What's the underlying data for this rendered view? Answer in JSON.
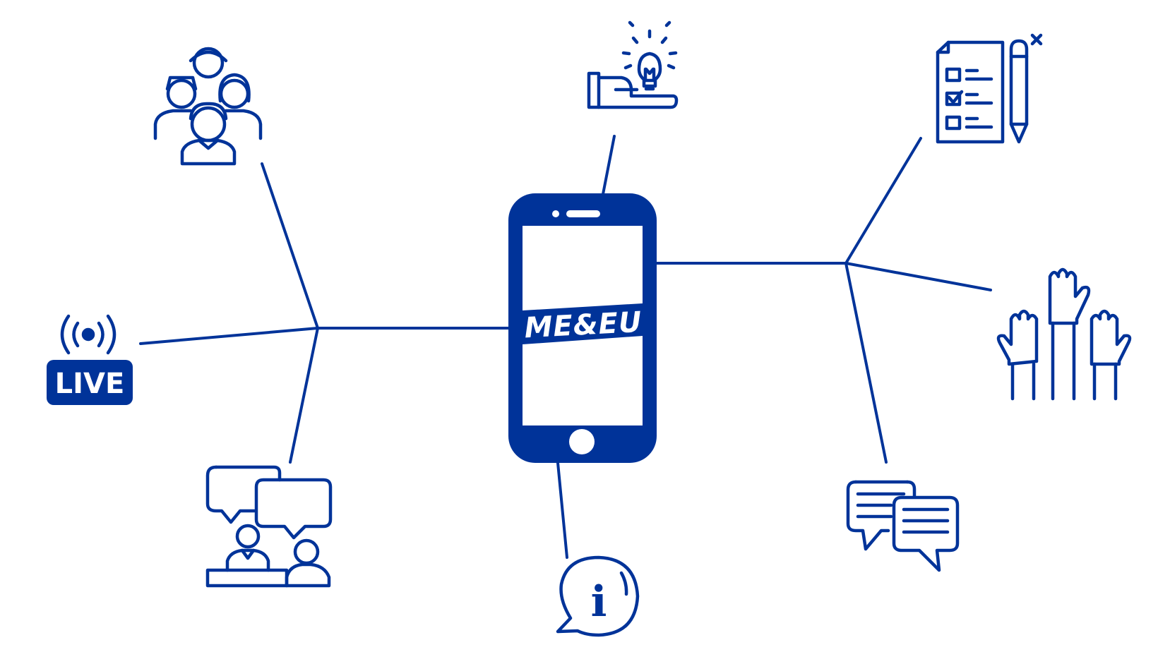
{
  "diagram": {
    "center_label": "ME&EU",
    "live_label": "LIVE",
    "info_letter": "i"
  },
  "colors": {
    "primary": "#003399",
    "background": "#ffffff",
    "screen": "#ffffff"
  },
  "icons": [
    "group-of-people-icon",
    "live-broadcast-icon",
    "presentation-dialogue-icon",
    "idea-in-hand-icon",
    "information-bubble-icon",
    "checklist-with-pencil-icon",
    "raised-hands-icon",
    "chat-bubbles-icon"
  ]
}
